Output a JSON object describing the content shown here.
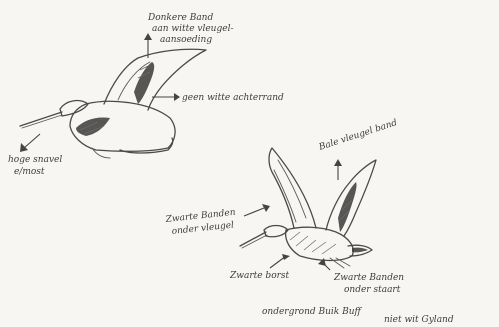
{
  "sketch": {
    "colors": {
      "paper": "#f7f6f2",
      "pencil": "#4a4a4a",
      "shading": "#3a3a3a"
    },
    "bird_top": {
      "notes": {
        "wing_tip": "Donkere Band",
        "wing_tip_line2": "aan witte vleugel-",
        "wing_tip_line3": "aansoeding",
        "rump": "geen witte achterrand",
        "head": "hoge snavel",
        "head_line2": "e/most"
      }
    },
    "bird_bottom": {
      "notes": {
        "back": "Bale vleugel band",
        "wing_band": "Zwarte Banden",
        "wing_band_line2": "onder vleugel",
        "breast": "Zwarte borst",
        "tail_band": "Zwarte Banden",
        "tail_band_line2": "onder staart",
        "footer": "ondergrond Buik Buff",
        "footer_line2": "niet wit Gyland"
      }
    }
  }
}
